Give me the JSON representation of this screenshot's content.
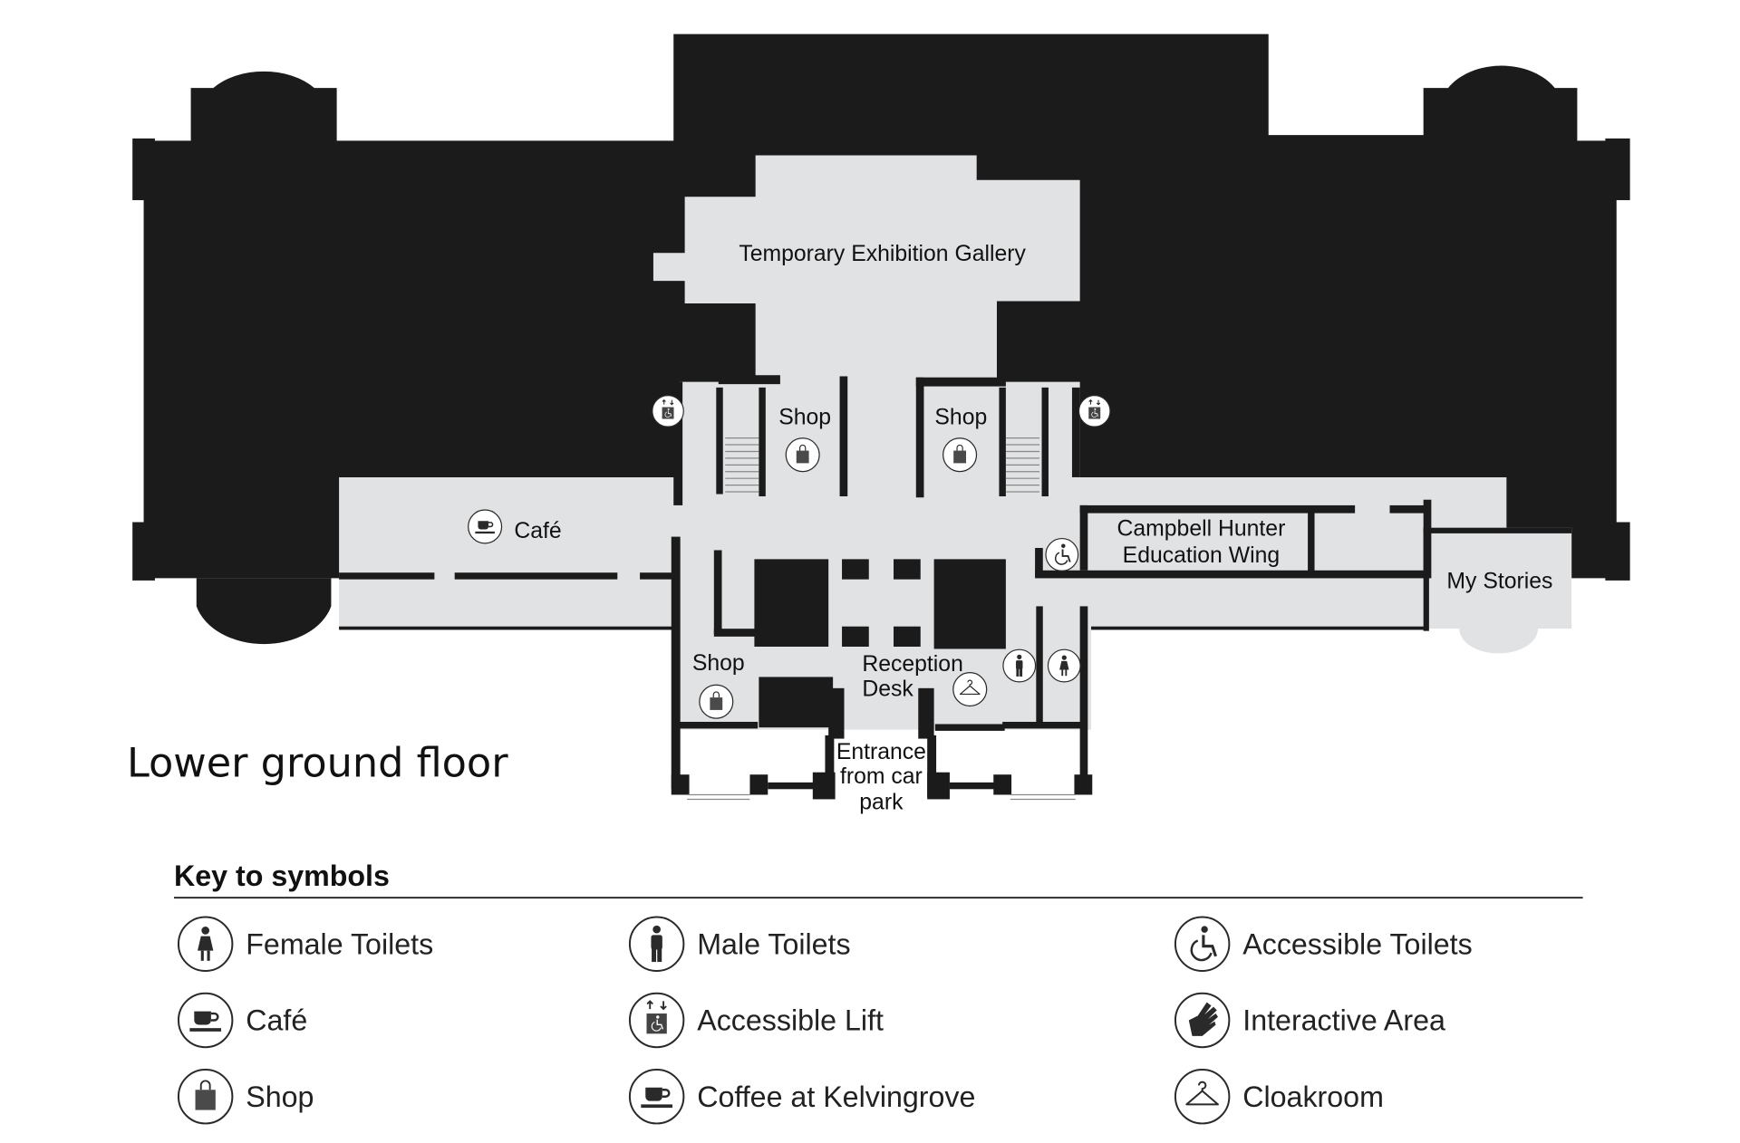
{
  "map": {
    "floor_title": "Lower ground floor",
    "rooms": {
      "temporary_gallery": "Temporary Exhibition Gallery",
      "shop_left": "Shop",
      "shop_right": "Shop",
      "cafe": "Café",
      "campbell_line1": "Campbell Hunter",
      "campbell_line2": "Education Wing",
      "my_stories": "My Stories",
      "shop_lower": "Shop",
      "reception_line1": "Reception",
      "reception_line2": "Desk",
      "entrance_line1": "Entrance",
      "entrance_line2": "from car",
      "entrance_line3": "park"
    }
  },
  "legend": {
    "heading": "Key to symbols",
    "items": [
      {
        "icon": "female-toilets",
        "label": "Female Toilets"
      },
      {
        "icon": "male-toilets",
        "label": "Male Toilets"
      },
      {
        "icon": "accessible-toilets",
        "label": "Accessible Toilets"
      },
      {
        "icon": "cafe",
        "label": "Café"
      },
      {
        "icon": "accessible-lift",
        "label": "Accessible Lift"
      },
      {
        "icon": "interactive-area",
        "label": "Interactive Area"
      },
      {
        "icon": "shop",
        "label": "Shop"
      },
      {
        "icon": "coffee",
        "label": "Coffee at Kelvingrove"
      },
      {
        "icon": "cloakroom",
        "label": "Cloakroom"
      }
    ]
  },
  "colors": {
    "building": "#1b1b1b",
    "public_area": "#e1e2e4"
  }
}
